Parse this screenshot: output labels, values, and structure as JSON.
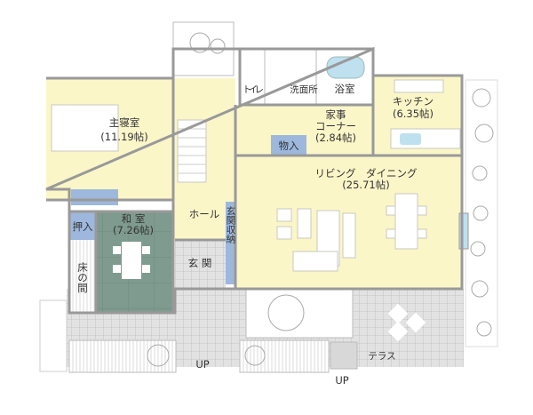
{
  "colors": {
    "room": "#fbf6c8",
    "storage": "#9db8dc",
    "washitsu": "#7f9a8e",
    "tile": "#dcdcdc",
    "water": "#bfe0ee",
    "wall": "#9a9a9a"
  },
  "rooms": {
    "master_bedroom": {
      "name": "主寝室",
      "size": "(11.19帖)"
    },
    "toilet": {
      "name": "トイレ"
    },
    "washroom": {
      "name": "洗面所"
    },
    "bathroom": {
      "name": "浴室"
    },
    "housework": {
      "name_1": "家事",
      "name_2": "コーナー",
      "size": "(2.84帖)"
    },
    "storage": {
      "name": "物入"
    },
    "kitchen": {
      "name": "キッチン",
      "size": "(6.35帖)"
    },
    "living_dining": {
      "name": "リビング　ダイニング",
      "size": "(25.71帖)"
    },
    "hall": {
      "name": "ホール"
    },
    "entrance_storage": {
      "name": "玄関収納"
    },
    "entrance": {
      "name": "玄 関"
    },
    "closet": {
      "name": "押入"
    },
    "washitsu": {
      "name": "和 室",
      "size": "(7.26帖)"
    },
    "tokonoma": {
      "name": "床の間"
    },
    "terrace": {
      "name": "テラス"
    }
  },
  "markers": {
    "up_1": "UP",
    "up_2": "UP"
  }
}
